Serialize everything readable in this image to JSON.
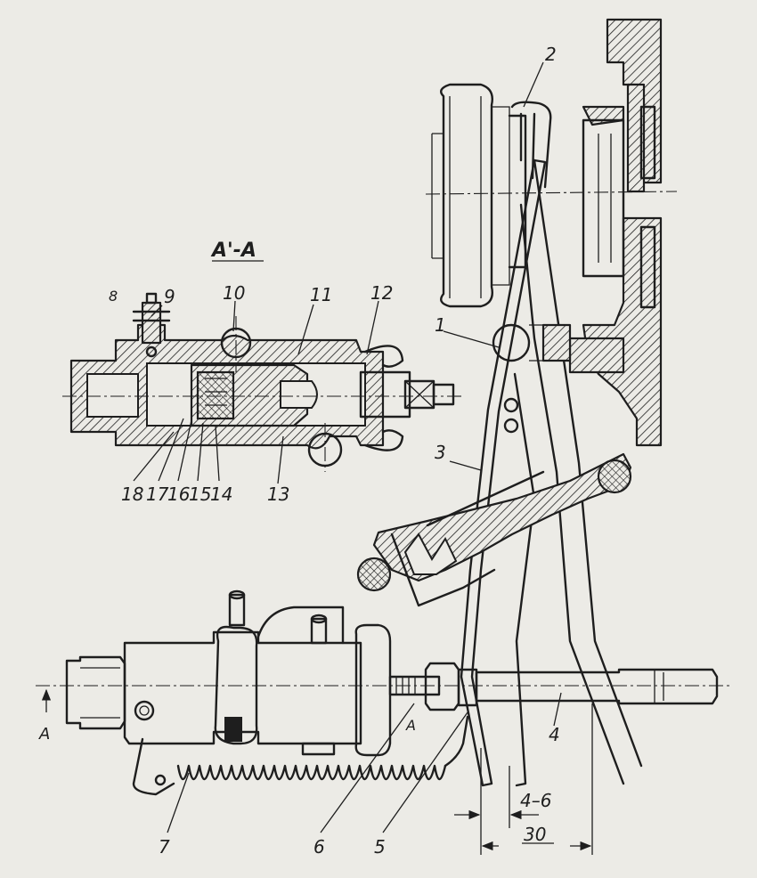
{
  "section_label": "А'-А",
  "dimensions": {
    "gap": "4–6",
    "stroke": "30"
  },
  "parts": [
    {
      "number": "1"
    },
    {
      "number": "2"
    },
    {
      "number": "3"
    },
    {
      "number": "4"
    },
    {
      "number": "5"
    },
    {
      "number": "6"
    },
    {
      "number": "7"
    },
    {
      "number": "9"
    },
    {
      "number": "10"
    },
    {
      "number": "11"
    },
    {
      "number": "12"
    },
    {
      "number": "13"
    },
    {
      "number": "14"
    },
    {
      "number": "15"
    },
    {
      "number": "16"
    },
    {
      "number": "17"
    },
    {
      "number": "18"
    }
  ],
  "view_markers": {
    "view_arrow": "А",
    "rod_marker": "А",
    "stray_mark": "8"
  }
}
